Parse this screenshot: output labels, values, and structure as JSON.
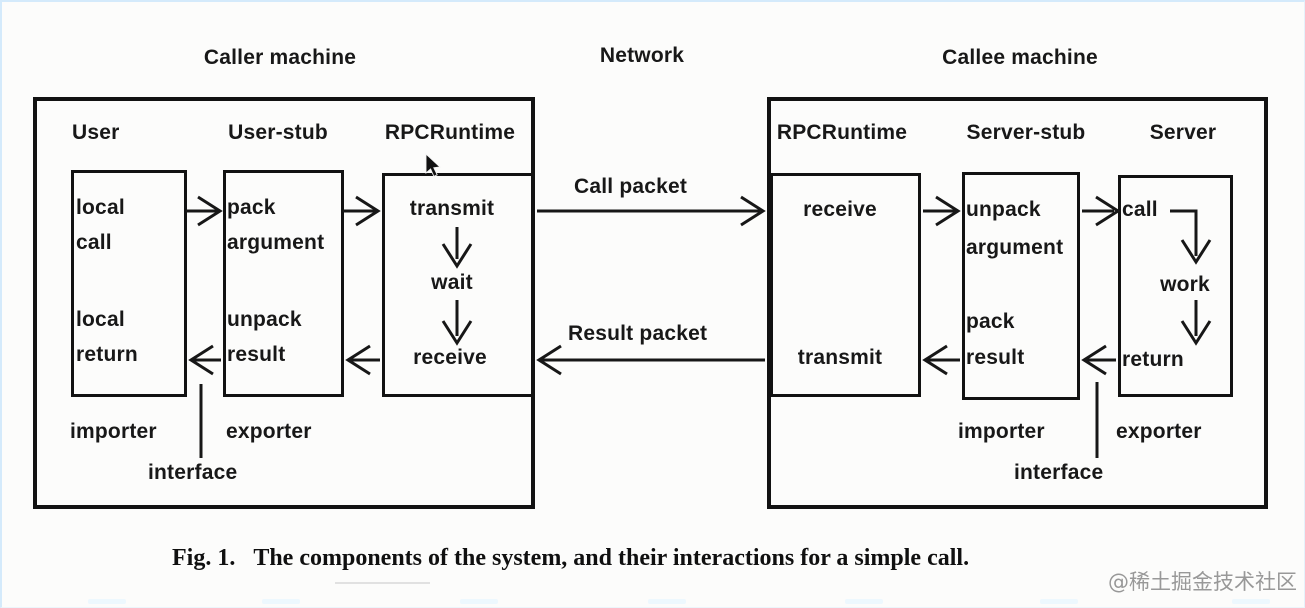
{
  "headers": {
    "caller_machine": "Caller machine",
    "network": "Network",
    "callee_machine": "Callee machine"
  },
  "caller": {
    "columns": {
      "user": "User",
      "user_stub": "User-stub",
      "rpc_runtime": "RPCRuntime"
    },
    "user_box": {
      "line1": "local",
      "line2": "call",
      "line3": "local",
      "line4": "return"
    },
    "user_stub_box": {
      "line1": "pack",
      "line2": "argument",
      "line3": "unpack",
      "line4": "result"
    },
    "rpc_box": {
      "step1": "transmit",
      "step2": "wait",
      "step3": "receive"
    },
    "importer": "importer",
    "exporter": "exporter",
    "interface": "interface"
  },
  "network": {
    "call_packet": "Call packet",
    "result_packet": "Result packet"
  },
  "callee": {
    "columns": {
      "rpc_runtime": "RPCRuntime",
      "server_stub": "Server-stub",
      "server": "Server"
    },
    "rpc_box": {
      "step1": "receive",
      "step2": "transmit"
    },
    "server_stub_box": {
      "line1": "unpack",
      "line2": "argument",
      "line3": "pack",
      "line4": "result"
    },
    "server_box": {
      "step1": "call",
      "step2": "work",
      "step3": "return"
    },
    "importer": "importer",
    "exporter": "exporter",
    "interface": "interface"
  },
  "caption": {
    "prefix": "Fig. 1.",
    "text": "The components of the system, and their interactions for a simple call."
  },
  "watermark": "@稀土掘金技术社区",
  "colors": {
    "ink": "#1a1a1a",
    "paper": "#fcfcfb",
    "edge_tint": "#d4eafb",
    "watermark_gray": "#878787"
  }
}
